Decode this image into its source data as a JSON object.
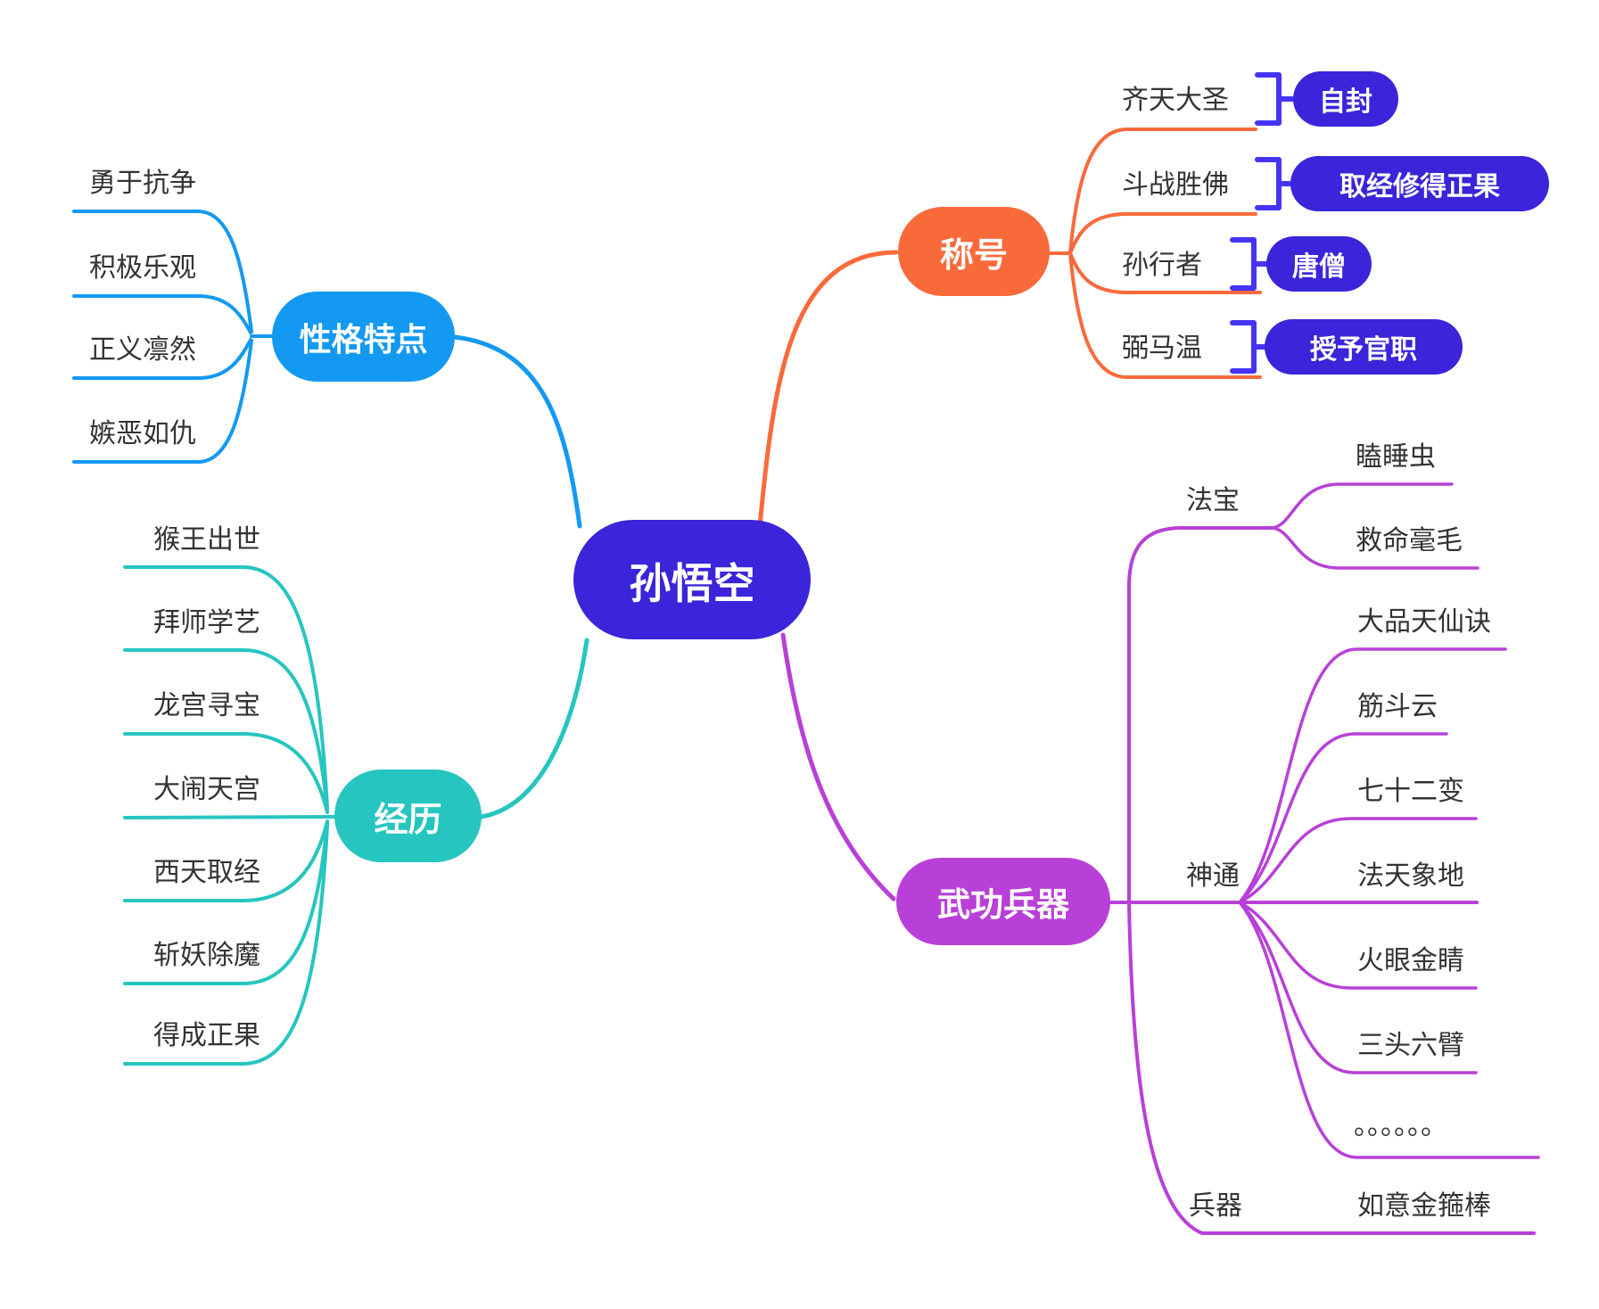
{
  "root": {
    "label": "孙悟空"
  },
  "branches": {
    "personality": {
      "label": "性格特点",
      "children": [
        {
          "label": "勇于抗争"
        },
        {
          "label": "积极乐观"
        },
        {
          "label": "正义凛然"
        },
        {
          "label": "嫉恶如仇"
        }
      ]
    },
    "experience": {
      "label": "经历",
      "children": [
        {
          "label": "猴王出世"
        },
        {
          "label": "拜师学艺"
        },
        {
          "label": "龙宫寻宝"
        },
        {
          "label": "大闹天宫"
        },
        {
          "label": "西天取经"
        },
        {
          "label": "斩妖除魔"
        },
        {
          "label": "得成正果"
        }
      ]
    },
    "titles": {
      "label": "称号",
      "children": [
        {
          "label": "齐天大圣",
          "note": "自封"
        },
        {
          "label": "斗战胜佛",
          "note": "取经修得正果"
        },
        {
          "label": "孙行者",
          "note": "唐僧"
        },
        {
          "label": "弼马温",
          "note": "授予官职"
        }
      ]
    },
    "skills": {
      "label": "武功兵器",
      "groups": [
        {
          "label": "法宝",
          "children": [
            {
              "label": "瞌睡虫"
            },
            {
              "label": "救命毫毛"
            }
          ]
        },
        {
          "label": "神通",
          "children": [
            {
              "label": "大品天仙诀"
            },
            {
              "label": "筋斗云"
            },
            {
              "label": "七十二变"
            },
            {
              "label": "法天象地"
            },
            {
              "label": "火眼金睛"
            },
            {
              "label": "三头六臂"
            },
            {
              "label": "。。。。。。"
            }
          ]
        },
        {
          "label": "兵器",
          "children": [
            {
              "label": "如意金箍棒"
            }
          ]
        }
      ]
    }
  },
  "colors": {
    "background": "#ffffff",
    "root_node": "#3b24d9",
    "personality_branch": "#1499f2",
    "experience_branch": "#27c5c0",
    "titles_branch": "#f96a3b",
    "skills_branch": "#b840d8",
    "summary_bracket": "#4634f5",
    "note_pill": "#3b24d9",
    "leaf_text": "#333333"
  }
}
